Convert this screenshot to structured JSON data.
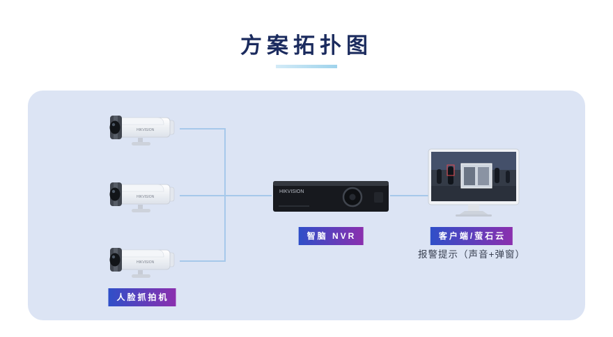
{
  "title": "方案拓扑图",
  "nodes": {
    "cameras": {
      "label": "人脸抓拍机",
      "brand": "HIKVISION",
      "count": 3
    },
    "nvr": {
      "label": "智脑 NVR",
      "brand": "HIKVISION"
    },
    "client": {
      "label": "客户端/萤石云",
      "alarm_text": "报警提示（声音+弹窗）"
    }
  },
  "icons": {
    "camera": "bullet-camera-icon",
    "nvr": "nvr-device-icon",
    "client": "monitor-icon"
  },
  "colors": {
    "title": "#1b2b5e",
    "panel_bg": "#dce4f4",
    "connector": "#a6c8ea",
    "label_start": "#2f4fc8",
    "label_end": "#8b2fae",
    "alarm_text": "#3a4152"
  }
}
